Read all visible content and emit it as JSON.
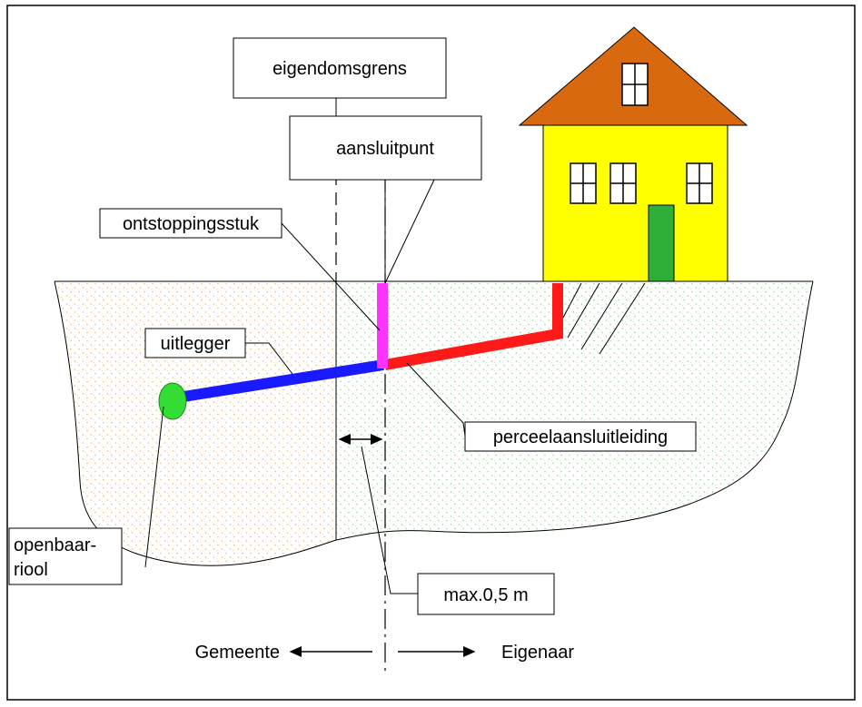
{
  "labels": {
    "property_boundary": "eigendomsgrens",
    "connection_point": "aansluitpunt",
    "cleanout_piece": "ontstoppingsstuk",
    "branch_pipe": "uitlegger",
    "lot_connection_pipe": "perceelaansluitleiding",
    "public_sewer_line1": "openbaar-",
    "public_sewer_line2": "riool",
    "max_distance": "max.0,5 m",
    "municipality": "Gemeente",
    "owner": "Eigenaar"
  },
  "colors": {
    "roof": "#d8690f",
    "wall": "#ffff00",
    "door": "#2eae36",
    "public_ground_speckle": "#f2b56b",
    "private_ground_speckle": "#8fd88f",
    "branch_pipe": "#1a1aff",
    "lot_pipe": "#ff1a1a",
    "cleanout": "#ff33ff",
    "sewer": "#33dd33"
  }
}
